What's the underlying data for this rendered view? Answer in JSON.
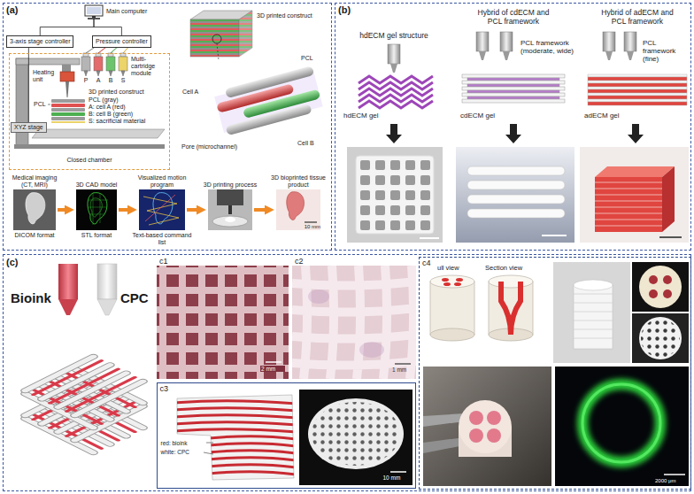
{
  "diagram": {
    "nodes": [
      {
        "text": [
          "(a)"
        ]
      },
      {
        "text": [
          "Main computer"
        ],
        "in": 0
      },
      {
        "text": [
          "3-axis stage controller"
        ],
        "in": 0
      },
      {
        "text": [
          "Pressure controller"
        ],
        "in": 0
      },
      {
        "text": [
          "Closed chamber"
        ],
        "in": 0
      },
      {
        "text": [
          "XYZ stage"
        ],
        "in": 4
      },
      {
        "text": [
          "Medical imaging (CT, MRI)",
          "DICOM format"
        ],
        "in": 0
      },
      {
        "text": [
          "3D CAD model",
          "STL format"
        ],
        "in": 0
      },
      {
        "text": [
          "Visualized motion program",
          "Text-based command list"
        ],
        "in": 0
      },
      {
        "text": [
          "3D printing process"
        ],
        "in": 0
      },
      {
        "text": [
          "3D bioprinted tissue product",
          "10 mm"
        ],
        "in": 0
      },
      {
        "text": [
          "(b)"
        ]
      },
      {
        "text": [
          "hdECM gel structure",
          "hdECM gel"
        ],
        "in": 11
      },
      {
        "text": [
          "Hybrid of cdECM and PCL framework",
          "PCL framework (moderate, wide)",
          "cdECM gel"
        ],
        "in": 11
      },
      {
        "text": [
          "Hybrid of adECM and PCL framework",
          "PCL framework (fine)",
          "adECM gel"
        ],
        "in": 11
      },
      {
        "text": [
          "(c)"
        ]
      },
      {
        "text": [
          "c1",
          "2 mm"
        ],
        "in": 15
      },
      {
        "text": [
          "c2",
          "1 mm"
        ],
        "in": 15
      },
      {
        "text": [
          "c3",
          "red: bioink",
          "white: CPC",
          "10 mm"
        ],
        "in": 15
      },
      {
        "text": [
          "c4",
          "ull view",
          "Section view",
          "2000 μm"
        ],
        "in": 15
      }
    ],
    "edges": [
      {
        "from": 1,
        "to": 2,
        "arrow": "none"
      },
      {
        "from": 1,
        "to": 3,
        "arrow": "none"
      },
      {
        "from": 2,
        "to": 5,
        "arrow": "none"
      },
      {
        "from": 6,
        "to": 7,
        "arrow": "to"
      },
      {
        "from": 7,
        "to": 8,
        "arrow": "to"
      },
      {
        "from": 8,
        "to": 9,
        "arrow": "to"
      },
      {
        "from": 9,
        "to": 10,
        "arrow": "to"
      }
    ],
    "labels": [
      "Heating unit",
      "Multi-cartridge module",
      "P",
      "A",
      "B",
      "S",
      "PCL",
      "3D printed construct",
      "PCL (gray)",
      "A: cell A (red)",
      "B: cell B (green)",
      "S: sacrificial material",
      "3D printed construct",
      "PCL",
      "Pore (microchannel)",
      "Cell A",
      "Cell B",
      "Bioink",
      "CPC"
    ]
  }
}
